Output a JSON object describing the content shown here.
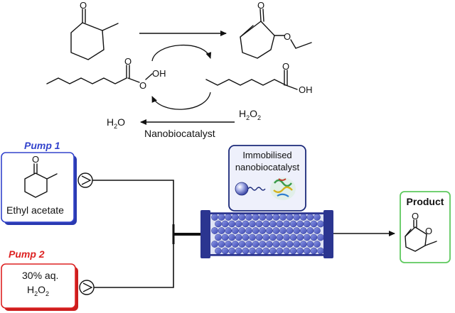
{
  "reaction": {
    "peracid_oh_label": "OH",
    "peracid_o_label": "O",
    "acid_oh_label": "OH",
    "water_label": "H",
    "water_sub": "2",
    "water_tail": "O",
    "peroxide_label": "H",
    "peroxide_sub1": "2",
    "peroxide_o": "O",
    "peroxide_sub2": "2",
    "catalyst_label": "Nanobiocatalyst",
    "ketone_o": "O",
    "lactone_o1": "O",
    "lactone_o2": "O"
  },
  "pump1": {
    "title": "Pump 1",
    "title_color": "#3344cc",
    "box_color": "#3344cc",
    "ketone_o": "O",
    "solvent": "Ethyl acetate"
  },
  "pump2": {
    "title": "Pump 2",
    "title_color": "#dd2222",
    "box_color": "#dd2222",
    "line1": "30% aq.",
    "line2_h": "H",
    "line2_sub1": "2",
    "line2_o": "O",
    "line2_sub2": "2"
  },
  "reactor": {
    "label_line1": "Immobilised",
    "label_line2": "nanobiocatalyst",
    "bead_color": "#5563c6",
    "frame_color": "#2b3590"
  },
  "product": {
    "title": "Product",
    "box_color": "#5ec95e",
    "lactone_o1": "O",
    "lactone_o2": "O"
  }
}
